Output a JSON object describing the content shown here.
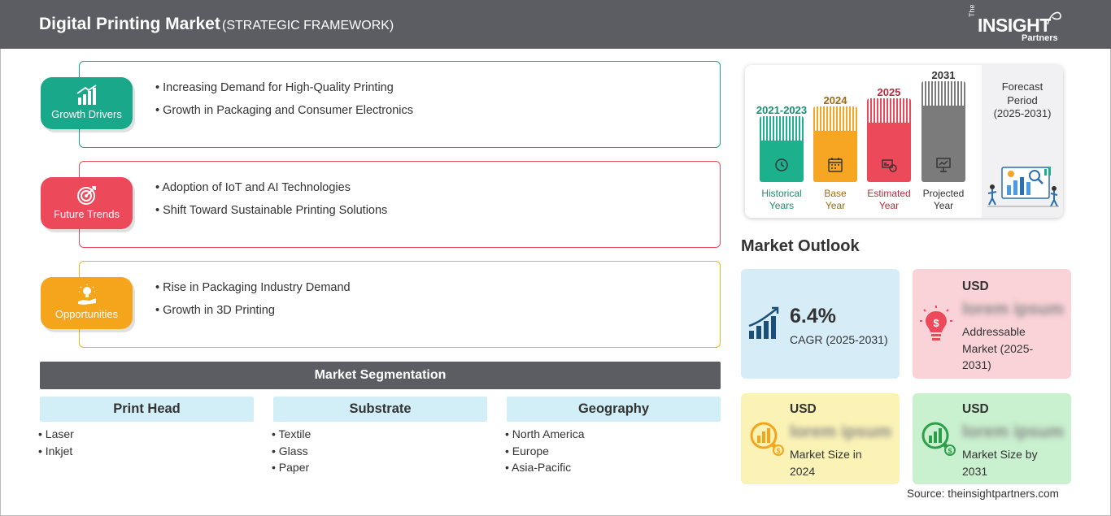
{
  "header": {
    "title": "Digital Printing Market",
    "subtitle": "(STRATEGIC FRAMEWORK)",
    "logo_top": "The",
    "logo_main": "INSIGHT",
    "logo_sub": "Partners"
  },
  "framework": [
    {
      "tag": "Growth Drivers",
      "color": "#1aa88a",
      "items": [
        "Increasing Demand for High-Quality Printing",
        "Growth in Packaging and Consumer Electronics"
      ]
    },
    {
      "tag": "Future Trends",
      "color": "#ec4a5b",
      "items": [
        "Adoption of IoT and AI Technologies",
        "Shift Toward Sustainable Printing Solutions"
      ]
    },
    {
      "tag": "Opportunities",
      "color": "#f4a51c",
      "items": [
        "Rise in Packaging Industry Demand",
        "Growth in 3D Printing"
      ]
    }
  ],
  "segmentation": {
    "title": "Market Segmentation",
    "columns": [
      {
        "heading": "Print Head",
        "items": [
          "Laser",
          "Inkjet"
        ]
      },
      {
        "heading": "Substrate",
        "items": [
          "Textile",
          "Glass",
          "Paper"
        ]
      },
      {
        "heading": "Geography",
        "items": [
          "North America",
          "Europe",
          "Asia-Pacific"
        ]
      }
    ]
  },
  "timeline": {
    "columns": [
      {
        "year": "2021-2023",
        "label_line1": "Historical",
        "label_line2": "Years",
        "color": "#1cb08c",
        "year_color": "#17906f",
        "icon": "history-icon"
      },
      {
        "year": "2024",
        "label_line1": "Base",
        "label_line2": "Year",
        "color": "#f6a623",
        "year_color": "#a06a10",
        "icon": "calendar-icon"
      },
      {
        "year": "2025",
        "label_line1": "Estimated",
        "label_line2": "Year",
        "color": "#ec4a5b",
        "year_color": "#b82b3c",
        "icon": "estimate-icon"
      },
      {
        "year": "2031",
        "label_line1": "Projected",
        "label_line2": "Year",
        "color": "#7b7b7b",
        "year_color": "#333333",
        "icon": "presentation-icon"
      }
    ],
    "forecast_line1": "Forecast",
    "forecast_line2": "Period",
    "forecast_line3": "(2025-2031)"
  },
  "outlook": {
    "title": "Market Outlook",
    "cagr_value": "6.4%",
    "cagr_label": "CAGR (2025-2031)",
    "addressable_currency": "USD",
    "addressable_value": "lorem ipsum",
    "addressable_label_1": "Addressable",
    "addressable_label_2": "Market (2025-",
    "addressable_label_3": "2031)",
    "size2024_currency": "USD",
    "size2024_value": "lorem ipsum",
    "size2024_label_1": "Market Size in",
    "size2024_label_2": "2024",
    "size2031_currency": "USD",
    "size2031_value": "lorem ipsum",
    "size2031_label_1": "Market Size by",
    "size2031_label_2": "2031"
  },
  "source": "Source: theinsightpartners.com"
}
